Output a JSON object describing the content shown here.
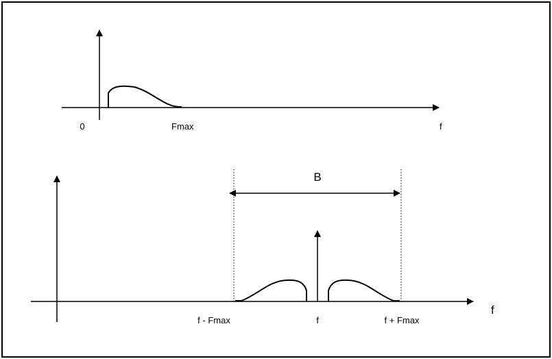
{
  "top_spectrum": {
    "origin_label": "0",
    "fmax_label": "Fmax",
    "axis_label": "f"
  },
  "bottom_spectrum": {
    "bandwidth_label": "B",
    "lower_label": "f - Fmax",
    "carrier_label": "f",
    "upper_label": "f + Fmax",
    "axis_label": "f"
  },
  "colors": {
    "ink": "#000000",
    "background": "#ffffff"
  }
}
